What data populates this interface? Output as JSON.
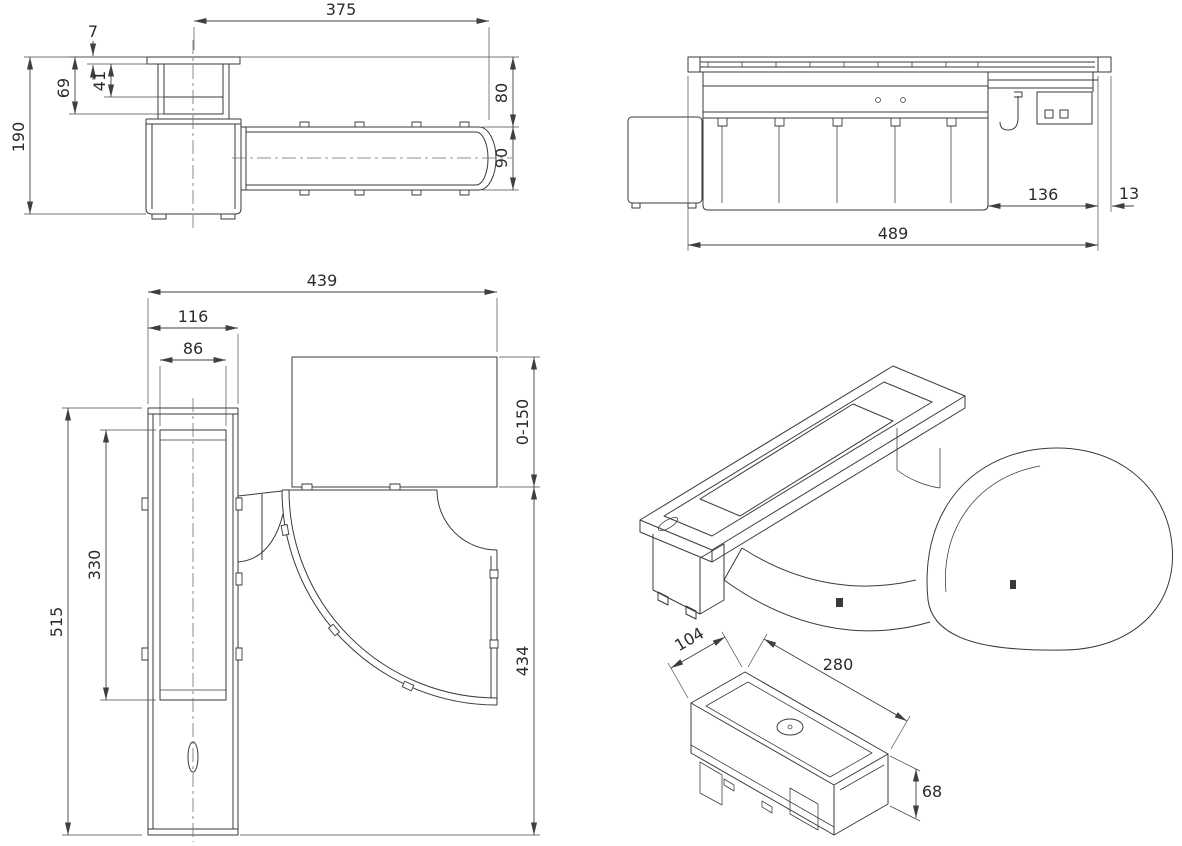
{
  "colors": {
    "background": "#ffffff",
    "line": "#3a3a3a",
    "dimension": "#3f3f3f",
    "text": "#2b2b2b",
    "hatch": "#4f4f4f"
  },
  "views": {
    "top_left_side_view": {
      "dims": {
        "overall_width": "375",
        "flange_thickness": "7",
        "inlet_depth": "41",
        "inlet_height": "69",
        "overall_height": "190",
        "upper_height": "80",
        "duct_height": "90"
      }
    },
    "top_right_side_view": {
      "dims": {
        "right_offset": "136",
        "edge_overhang": "13",
        "overall_width": "489"
      }
    },
    "front_view": {
      "dims": {
        "overall_width": "439",
        "tower_width": "116",
        "vent_width": "86",
        "vent_height": "330",
        "overall_height": "515",
        "telescopic_range": "0-150",
        "lower_height": "434"
      }
    },
    "blower_box_view": {
      "dims": {
        "depth": "104",
        "length": "280",
        "height": "68"
      }
    }
  }
}
